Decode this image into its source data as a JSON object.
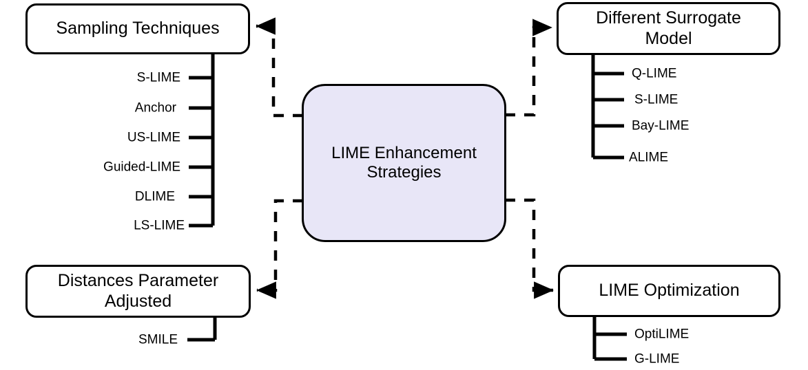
{
  "diagram": {
    "title": "LIME Enhancement Strategies taxonomy",
    "center": {
      "label": "LIME Enhancement\nStrategies",
      "fill": "#E8E6F7",
      "stroke": "#000000"
    },
    "categories": [
      {
        "id": "sampling-techniques",
        "label": "Sampling Techniques",
        "position": "top-left",
        "leaves": [
          "S-LIME",
          "Anchor",
          "US-LIME",
          "Guided-LIME",
          "DLIME",
          "LS-LIME"
        ]
      },
      {
        "id": "different-surrogate-model",
        "label": "Different Surrogate\nModel",
        "position": "top-right",
        "leaves": [
          "Q-LIME",
          "S-LIME",
          "Bay-LIME",
          "ALIME"
        ]
      },
      {
        "id": "distances-parameter-adjusted",
        "label": "Distances Parameter\nAdjusted",
        "position": "bottom-left",
        "leaves": [
          "SMILE"
        ]
      },
      {
        "id": "lime-optimization",
        "label": "LIME Optimization",
        "position": "bottom-right",
        "leaves": [
          "OptiLIME",
          "G-LIME"
        ]
      }
    ],
    "connectors": [
      {
        "id": "center-to-sampling-techniques",
        "style": "dashed",
        "arrow": "to-category"
      },
      {
        "id": "center-to-different-surrogate-model",
        "style": "dashed",
        "arrow": "to-category"
      },
      {
        "id": "center-to-distances-parameter-adjusted",
        "style": "dashed",
        "arrow": "to-category"
      },
      {
        "id": "center-to-lime-optimization",
        "style": "dashed",
        "arrow": "to-category"
      }
    ]
  }
}
